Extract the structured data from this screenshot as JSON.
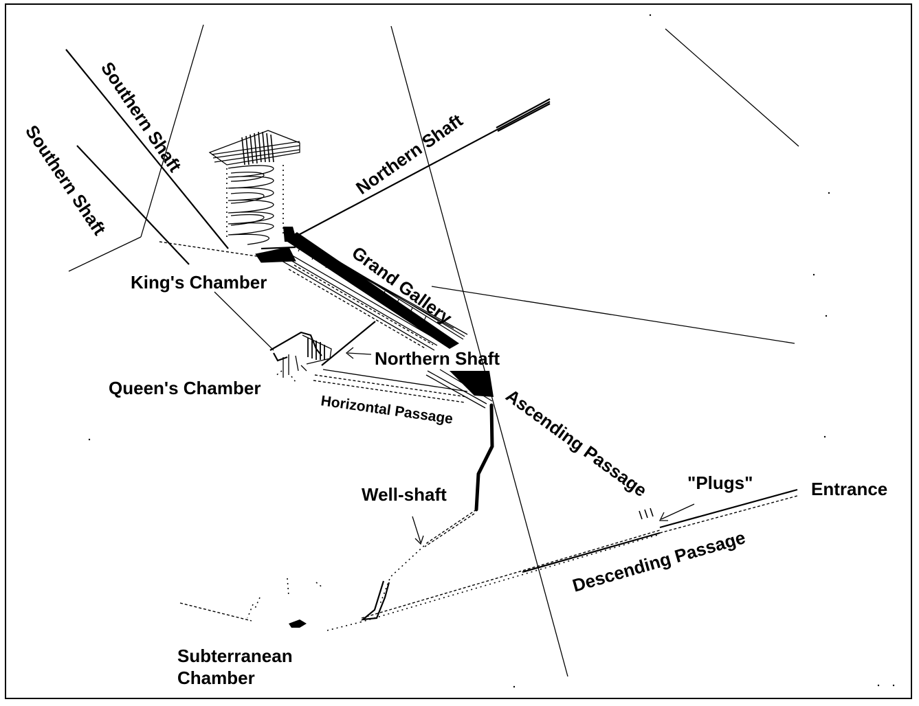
{
  "diagram": {
    "labels": {
      "southern_shaft_upper": "Southern Shaft",
      "southern_shaft_lower": "Southern Shaft",
      "northern_shaft_upper": "Northern Shaft",
      "grand_gallery": "Grand Gallery",
      "kings_chamber": "King's Chamber",
      "northern_shaft_lower": "Northern Shaft",
      "queens_chamber": "Queen's Chamber",
      "horizontal_passage": "Horizontal Passage",
      "ascending_passage": "Ascending Passage",
      "plugs": "\"Plugs\"",
      "entrance": "Entrance",
      "well_shaft": "Well-shaft",
      "descending_passage": "Descending Passage",
      "subterranean_line1": "Subterranean",
      "subterranean_line2": "Chamber"
    }
  }
}
